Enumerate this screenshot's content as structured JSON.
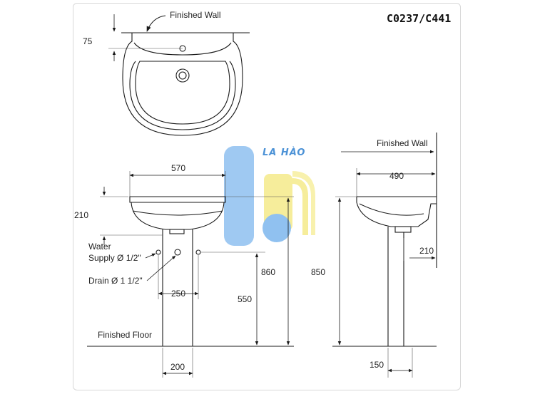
{
  "model_code": "C0237/C441",
  "brand_watermark": "LA HÀO",
  "labels": {
    "finished_wall_top": "Finished Wall",
    "finished_wall_side": "Finished Wall",
    "finished_floor": "Finished Floor",
    "water_supply_line1": "Water",
    "water_supply_line2": "Supply Ø 1/2\"",
    "drain": "Drain Ø 1 1/2\""
  },
  "dimensions": {
    "d75": "75",
    "d570": "570",
    "d210_front": "210",
    "d860": "860",
    "d550": "550",
    "d250": "250",
    "d200": "200",
    "d490": "490",
    "d850": "850",
    "d210_side": "210",
    "d150": "150"
  },
  "colors": {
    "line": "#1a1a1a",
    "watermark_blue": "#6aaeea",
    "watermark_yellow": "#f3e46a"
  }
}
